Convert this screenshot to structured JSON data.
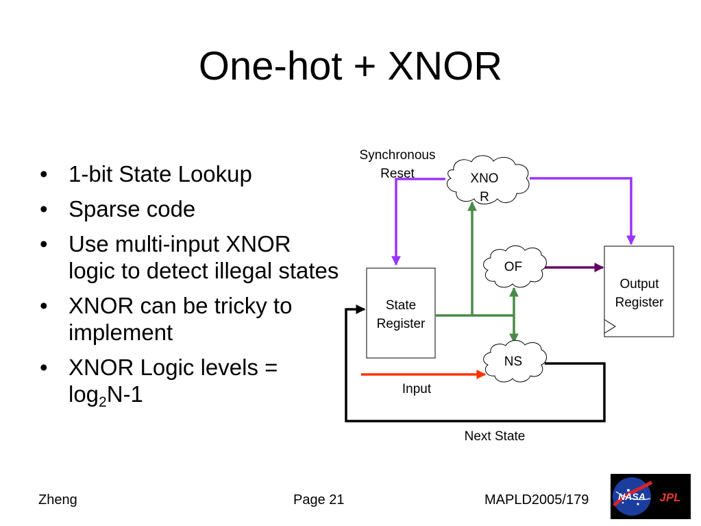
{
  "slide": {
    "title": "One-hot + XNOR",
    "bullets": [
      {
        "text": "1-bit State Lookup"
      },
      {
        "text": "Sparse code"
      },
      {
        "text": "Use multi-input XNOR logic to detect illegal states"
      },
      {
        "text": "XNOR can be tricky to implement"
      },
      {
        "text_before": "XNOR Logic levels = log",
        "sub": "2",
        "text_after": "N-1"
      }
    ],
    "bullet_glyph": "•"
  },
  "diagram": {
    "labels": {
      "sync_reset_line1": "Synchronous",
      "sync_reset_line2": "Reset",
      "xnor_line1": "XNO",
      "xnor_line2": "R",
      "of": "OF",
      "ns": "NS",
      "state_line1": "State",
      "state_line2": "Register",
      "output_line1": "Output",
      "output_line2": "Register",
      "input": "Input",
      "next_state": "Next State"
    },
    "colors": {
      "purple": "#9933FF",
      "dark_purple": "#660066",
      "green": "#4A8A4A",
      "orange": "#FF3300",
      "black": "#000000"
    }
  },
  "footer": {
    "author": "Zheng",
    "page": "Page 21",
    "conference": "MAPLD2005/179"
  },
  "logos": {
    "nasa": "NASA",
    "jpl": "JPL"
  }
}
